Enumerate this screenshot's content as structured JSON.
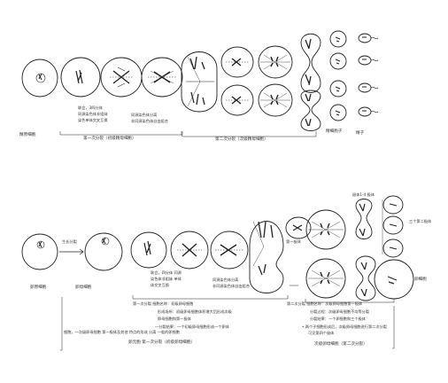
{
  "top": {
    "labels": {
      "primary_spermatocyte": "精原细胞",
      "first_division_note_line1": "联会，3四分体",
      "first_division_note_line2": "同源染色体非姐妹",
      "first_division_note_line3": "染色单体交叉互换",
      "first_division_note_right_line1": "同源染色体分离",
      "first_division_note_right_line2": "非同源染色体自由组合",
      "first_division_caption": "第一次分裂（初级精母细胞）",
      "second_division_caption": "第二次分裂（次级精母细胞）",
      "spermatid": "精细胞子",
      "sperm": "精子"
    }
  },
  "bottom": {
    "labels": {
      "oogonium": "卵原细胞",
      "growth": "生长分裂",
      "primary_oocyte": "卵母细胞",
      "first_division_note_line1": "联会，四分体 同源",
      "first_division_note_line2": "染色体非姐妹 单体",
      "first_division_note_line3": "体交叉互换",
      "first_division_note_right_line1": "同源染色体分离",
      "first_division_note_right_line2": "非同源染色体自由组合",
      "first_polar_body": "第一极体",
      "polar_bodies_top": "极体1-4 极体",
      "second_polar_bodies": "三个第二极体",
      "egg": "卵细胞",
      "first_div_block_line1": "第一次分裂  细胞名称：初级卵母细胞",
      "first_div_block_line2": "形成场所：初级卵母细胞体积增大后形成次级",
      "first_div_block_line3": "卵母细胞和第一极体",
      "first_div_block_line4": "—分裂结果：一个初级卵母细胞形成一个卵体",
      "first_div_block_line5": "细胞，一次级卵母细胞 第一极体及其他 特点的形成 分离 一般的卵细胞",
      "first_div_block_caption": "卵元胞   第一次分裂（初级卵母细胞）",
      "second_div_block_line1": "第二次分裂  细胞名称：次级卵母细胞第一极体",
      "second_div_block_line2": "分裂过程：次级卵母细胞不均等分裂",
      "second_div_block_line3": "分裂结果：一个卵细胞和三个极体",
      "second_div_block_line4": "• 两个子细胞形成后，次级卵母细胞进行第二次分裂",
      "second_div_block_line5": "可见第四个极体",
      "second_div_caption": "次级卵母细胞（第二次分裂）"
    }
  }
}
